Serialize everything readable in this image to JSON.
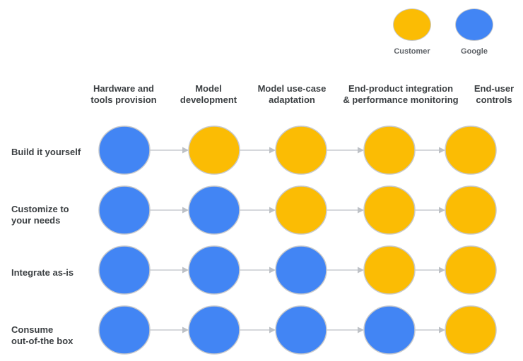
{
  "legend": {
    "customer": {
      "label": "Customer",
      "color": "#FBBC04"
    },
    "google": {
      "label": "Google",
      "color": "#4285F4"
    }
  },
  "columns": [
    {
      "label": "Hardware and\ntools provision"
    },
    {
      "label": "Model\ndevelopment"
    },
    {
      "label": "Model use-case\nadaptation"
    },
    {
      "label": "End-product integration\n& performance monitoring"
    },
    {
      "label": "End-user\ncontrols"
    }
  ],
  "rows": [
    {
      "label": "Build it yourself",
      "owners": [
        "google",
        "customer",
        "customer",
        "customer",
        "customer"
      ]
    },
    {
      "label": "Customize to\nyour needs",
      "owners": [
        "google",
        "google",
        "customer",
        "customer",
        "customer"
      ]
    },
    {
      "label": "Integrate as-is",
      "owners": [
        "google",
        "google",
        "google",
        "customer",
        "customer"
      ]
    },
    {
      "label": "Consume\nout-of-the box",
      "owners": [
        "google",
        "google",
        "google",
        "google",
        "customer"
      ]
    }
  ],
  "colors": {
    "circle_border": "#C7C9CC",
    "arrow": "#BDC1C6"
  }
}
